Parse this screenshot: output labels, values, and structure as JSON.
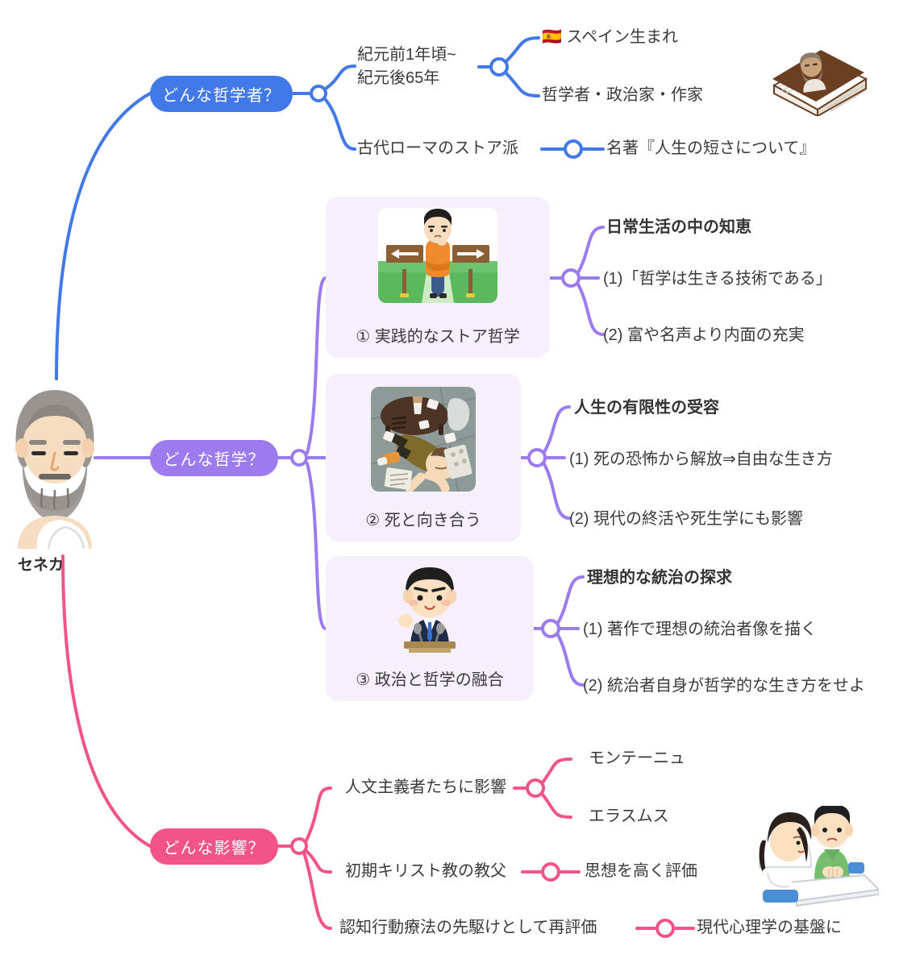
{
  "root": {
    "label": "セネカ",
    "avatar_icon": "philosopher-avatar-icon"
  },
  "colors": {
    "blue": "#4279E8",
    "purple": "#9C7BEE",
    "pink": "#F2548A",
    "card_bg": "#F6EFFC",
    "text": "#3a3a3a"
  },
  "branches": [
    {
      "id": "philosopher",
      "label": "どんな哲学者？",
      "color": "#4279E8",
      "children": [
        {
          "label": "紀元前1年頃~\n紀元後65年",
          "children": [
            {
              "label": "🇪🇸 スペイン生まれ"
            },
            {
              "label": "哲学者・政治家・作家"
            }
          ]
        },
        {
          "label": "古代ローマのストア派",
          "children": [
            {
              "label": "名著『人生の短さについて』"
            }
          ]
        }
      ]
    },
    {
      "id": "philosophy",
      "label": "どんな哲学？",
      "color": "#9C7BEE",
      "children": [
        {
          "card_caption": "① 実践的なストア哲学",
          "thumb_icon": "crossroads-person-icon",
          "heading": "日常生活の中の知恵",
          "points": [
            "(1)「哲学は生きる技術である」",
            "(2) 富や名声より内面の充実"
          ]
        },
        {
          "card_caption": "② 死と向き合う",
          "thumb_icon": "person-lying-on-floor-icon",
          "heading": "人生の有限性の受容",
          "points": [
            "(1) 死の恐怖から解放⇒自由な生き方",
            "(2) 現代の終活や死生学にも影響"
          ]
        },
        {
          "card_caption": "③ 政治と哲学の融合",
          "thumb_icon": "politician-podium-icon",
          "heading": "理想的な統治の探求",
          "points": [
            "(1) 著作で理想の統治者像を描く",
            "(2) 統治者自身が哲学的な生き方をせよ"
          ]
        }
      ]
    },
    {
      "id": "influence",
      "label": "どんな影響？",
      "color": "#F2548A",
      "children": [
        {
          "label": "人文主義者たちに影響",
          "children": [
            {
              "label": "モンテーニュ"
            },
            {
              "label": "エラスムス"
            }
          ]
        },
        {
          "label": "初期キリスト教の教父",
          "children": [
            {
              "label": "思想を高く評価"
            }
          ]
        },
        {
          "label": "認知行動療法の先駆けとして再評価",
          "children": [
            {
              "label": "現代心理学の基盤に"
            }
          ]
        }
      ]
    }
  ],
  "decorations": [
    {
      "icon": "book-with-portrait-icon"
    },
    {
      "icon": "counseling-session-icon"
    }
  ]
}
